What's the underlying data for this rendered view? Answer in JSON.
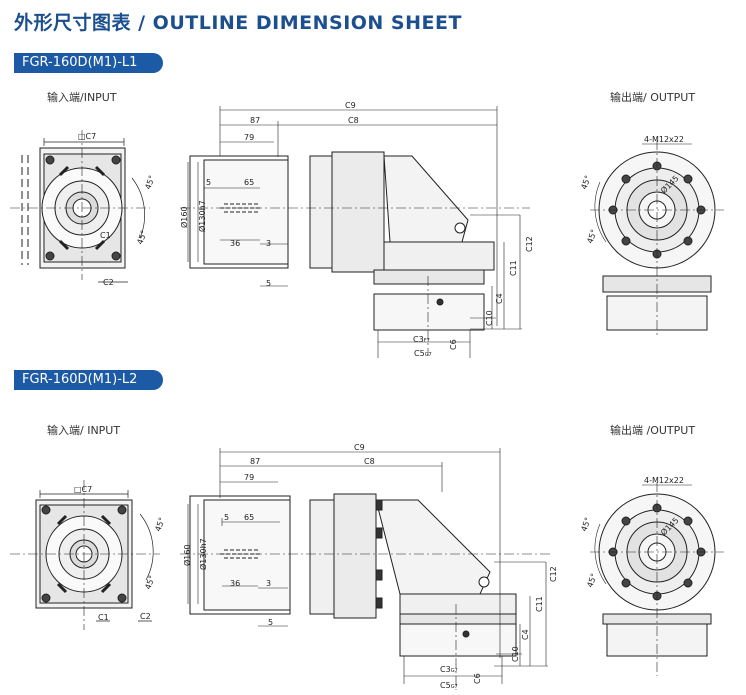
{
  "page": {
    "title": "外形尺寸图表 / OUTLINE DIMENSION SHEET"
  },
  "colors": {
    "title": "#1b4f8f",
    "badge": "#1c5aa5",
    "line": "#222222"
  },
  "sections": [
    {
      "model": "FGR-160D(M1)-L1",
      "input_label": "输入端/INPUT",
      "output_label": "输出端/ OUTPUT",
      "dims": {
        "c7": "□C7",
        "c1": "C1",
        "c2": "C2",
        "a45a": "45°",
        "a45b": "45°",
        "c9": "C9",
        "d87": "87",
        "c8": "C8",
        "d79": "79",
        "d5a": "5",
        "d65": "65",
        "d36": "36",
        "d3": "3",
        "d5b": "5",
        "d160": "Ø160",
        "d130": "Ø130h7",
        "c12": "C12",
        "c11": "C11",
        "c4": "C4",
        "c10": "C10",
        "c6": "C6",
        "c3": "C3",
        "c3sub": "F7",
        "c5": "C5",
        "c5sub": "G7",
        "m12": "4-M12x22",
        "phi145": "Ø145",
        "o45a": "45°",
        "o45b": "45°"
      }
    },
    {
      "model": "FGR-160D(M1)-L2",
      "input_label": "输入端/ INPUT",
      "output_label": "输出端 /OUTPUT",
      "dims": {
        "c7": "□C7",
        "c1": "C1",
        "c2": "C2",
        "a45a": "45°",
        "a45b": "45°",
        "c9": "C9",
        "d87": "87",
        "c8": "C8",
        "d79": "79",
        "d5a": "5",
        "d65": "65",
        "d36": "36",
        "d3": "3",
        "d5b": "5",
        "d160": "Ø160",
        "d130": "Ø130h7",
        "c12": "C12",
        "c11": "C11",
        "c4": "C4",
        "c10": "C10",
        "c6": "C6",
        "c3": "C3",
        "c3sub": "G7",
        "c5": "C5",
        "c5sub": "G7",
        "m12": "4-M12x22",
        "phi145": "Ø145",
        "o45a": "45°",
        "o45b": "45°"
      }
    }
  ]
}
